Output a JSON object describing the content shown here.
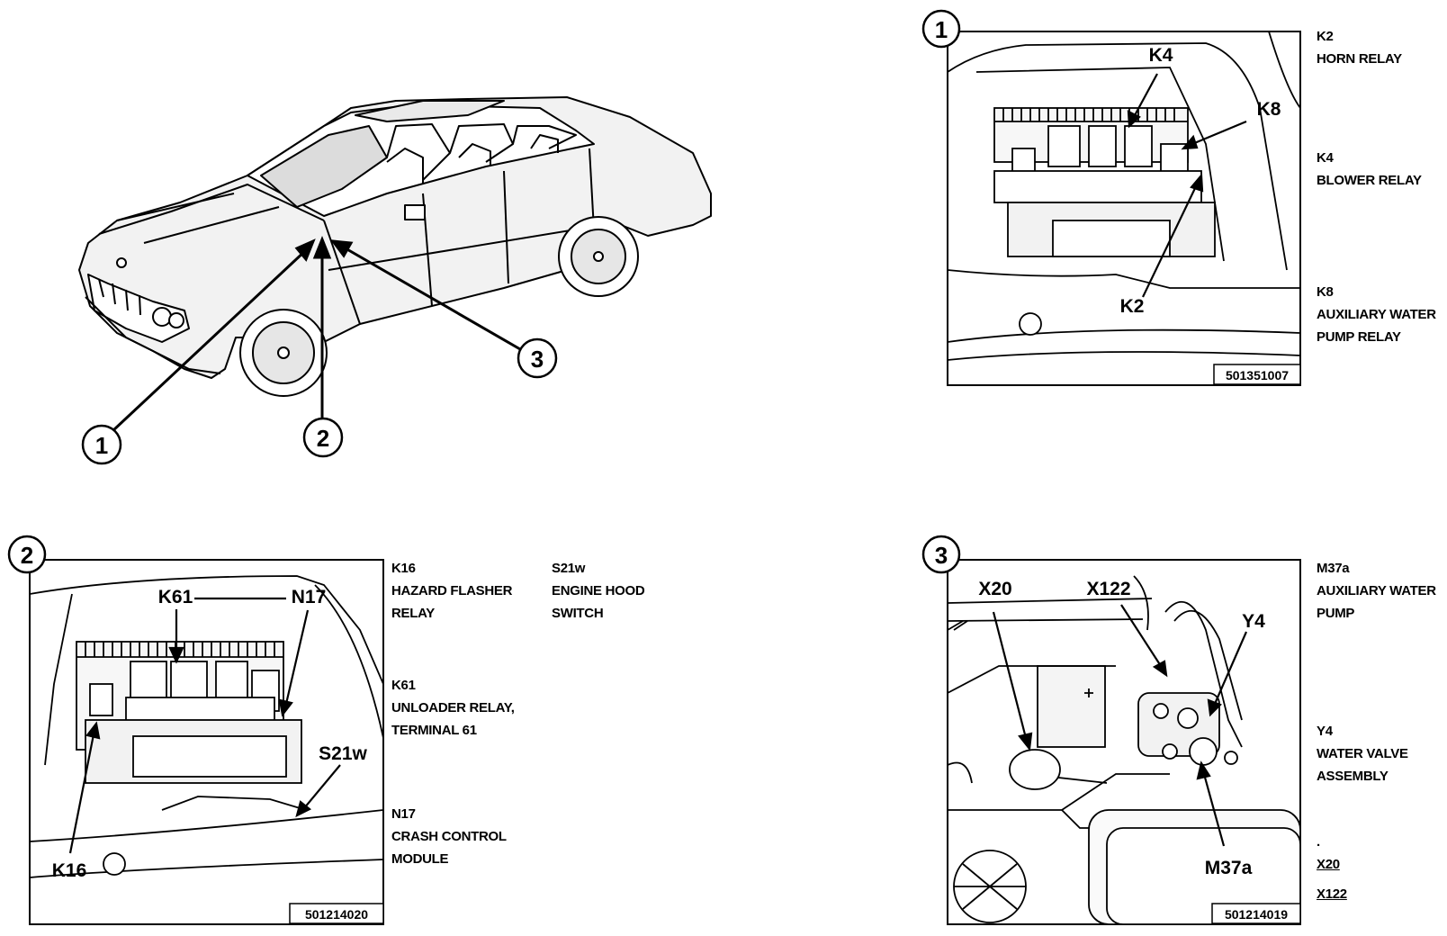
{
  "callouts": {
    "c1": "1",
    "c2": "2",
    "c3": "3"
  },
  "panel1": {
    "number": "1",
    "ref": "501351007",
    "labels": {
      "k4": "K4",
      "k8": "K8",
      "k2": "K2"
    },
    "legend": [
      {
        "code": "K2",
        "desc": [
          "HORN RELAY"
        ]
      },
      {
        "code": "K4",
        "desc": [
          "BLOWER RELAY"
        ]
      },
      {
        "code": "K8",
        "desc": [
          "AUXILIARY WATER",
          "PUMP RELAY"
        ]
      }
    ]
  },
  "panel2": {
    "number": "2",
    "ref": "501214020",
    "labels": {
      "k61": "K61",
      "n17": "N17",
      "s21w": "S21w",
      "k16": "K16"
    },
    "legend": [
      {
        "code": "K16",
        "desc": [
          "HAZARD FLASHER",
          "RELAY"
        ]
      },
      {
        "code": "K61",
        "desc": [
          "UNLOADER RELAY,",
          "TERMINAL 61"
        ]
      },
      {
        "code": "N17",
        "desc": [
          "CRASH CONTROL",
          "MODULE"
        ]
      },
      {
        "code": "S21w",
        "desc": [
          "ENGINE HOOD",
          "SWITCH"
        ]
      }
    ]
  },
  "panel3": {
    "number": "3",
    "ref": "501214019",
    "labels": {
      "x20": "X20",
      "x122": "X122",
      "y4": "Y4",
      "m37a": "M37a"
    },
    "legend": [
      {
        "code": "M37a",
        "desc": [
          "AUXILIARY WATER",
          "PUMP"
        ]
      },
      {
        "code": "Y4",
        "desc": [
          "WATER VALVE",
          "ASSEMBLY"
        ]
      }
    ],
    "extra": {
      "dot": ".",
      "x20": "X20",
      "x122": "X122"
    }
  }
}
